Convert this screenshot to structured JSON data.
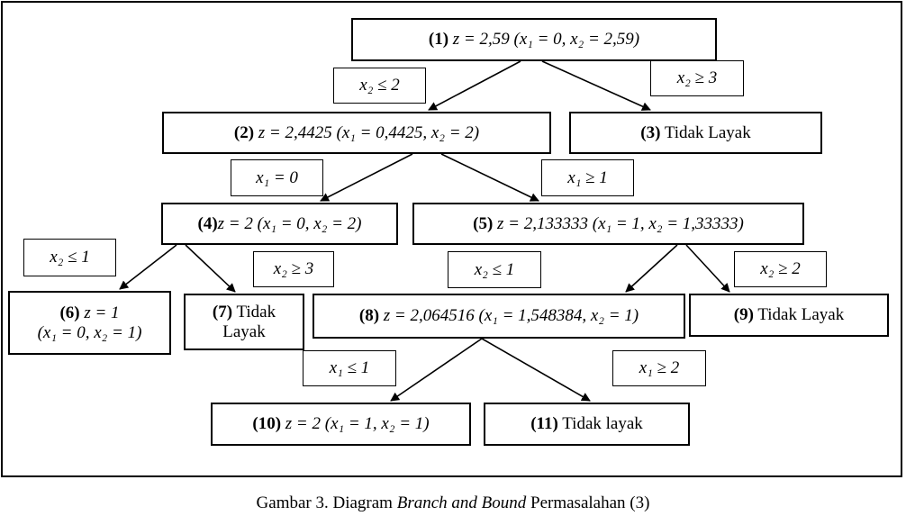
{
  "caption": {
    "prefix": "Gambar 3. Diagram ",
    "italic": "Branch and Bound",
    "suffix": " Permasalahan (3)"
  },
  "nodes": [
    {
      "id": "n1",
      "num": "(1)",
      "text": " z = 2,59 (x₁ = 0, x₂ = 2,59)"
    },
    {
      "id": "n2",
      "num": "(2)",
      "text": " z = 2,4425 (x₁ = 0,4425, x₂ = 2)"
    },
    {
      "id": "n3",
      "num": "(3)",
      "text": " Tidak Layak"
    },
    {
      "id": "n4",
      "num": "(4)",
      "text": "z = 2 (x₁ = 0, x₂ = 2)"
    },
    {
      "id": "n5",
      "num": "(5)",
      "text": " z = 2,133333 (x₁ = 1, x₂ = 1,33333)"
    },
    {
      "id": "n6",
      "num": "(6)",
      "text": " z = 1",
      "text2": "(x₁ = 0, x₂ = 1)"
    },
    {
      "id": "n7",
      "num": "(7)",
      "text": " Tidak",
      "text2": "Layak"
    },
    {
      "id": "n8",
      "num": "(8)",
      "text": " z = 2,064516 (x₁ = 1,548384, x₂ = 1)"
    },
    {
      "id": "n9",
      "num": "(9)",
      "text": " Tidak Layak"
    },
    {
      "id": "n10",
      "num": "(10)",
      "text": " z = 2 (x₁ = 1, x₂ = 1)"
    },
    {
      "id": "n11",
      "num": "(11)",
      "text": " Tidak layak"
    }
  ],
  "edge_labels": [
    {
      "id": "e2",
      "text": "x₂ ≤ 2"
    },
    {
      "id": "e3",
      "text": "x₂ ≥ 3"
    },
    {
      "id": "e4",
      "text": "x₁ = 0"
    },
    {
      "id": "e5",
      "text": "x₁ ≥ 1"
    },
    {
      "id": "e6",
      "text": "x₂ ≤ 1"
    },
    {
      "id": "e7",
      "text": "x₂ ≥ 3"
    },
    {
      "id": "e8",
      "text": "x₂ ≤ 1"
    },
    {
      "id": "e9",
      "text": "x₂ ≥ 2"
    },
    {
      "id": "e10",
      "text": "x₁ ≤ 1"
    },
    {
      "id": "e11",
      "text": "x₁ ≥ 2"
    }
  ],
  "edges": [
    {
      "from": "n1",
      "to": "n2"
    },
    {
      "from": "n1",
      "to": "n3"
    },
    {
      "from": "n2",
      "to": "n4"
    },
    {
      "from": "n2",
      "to": "n5"
    },
    {
      "from": "n4",
      "to": "n6"
    },
    {
      "from": "n4",
      "to": "n7"
    },
    {
      "from": "n5",
      "to": "n8"
    },
    {
      "from": "n5",
      "to": "n9"
    },
    {
      "from": "n8",
      "to": "n10"
    },
    {
      "from": "n8",
      "to": "n11"
    }
  ]
}
